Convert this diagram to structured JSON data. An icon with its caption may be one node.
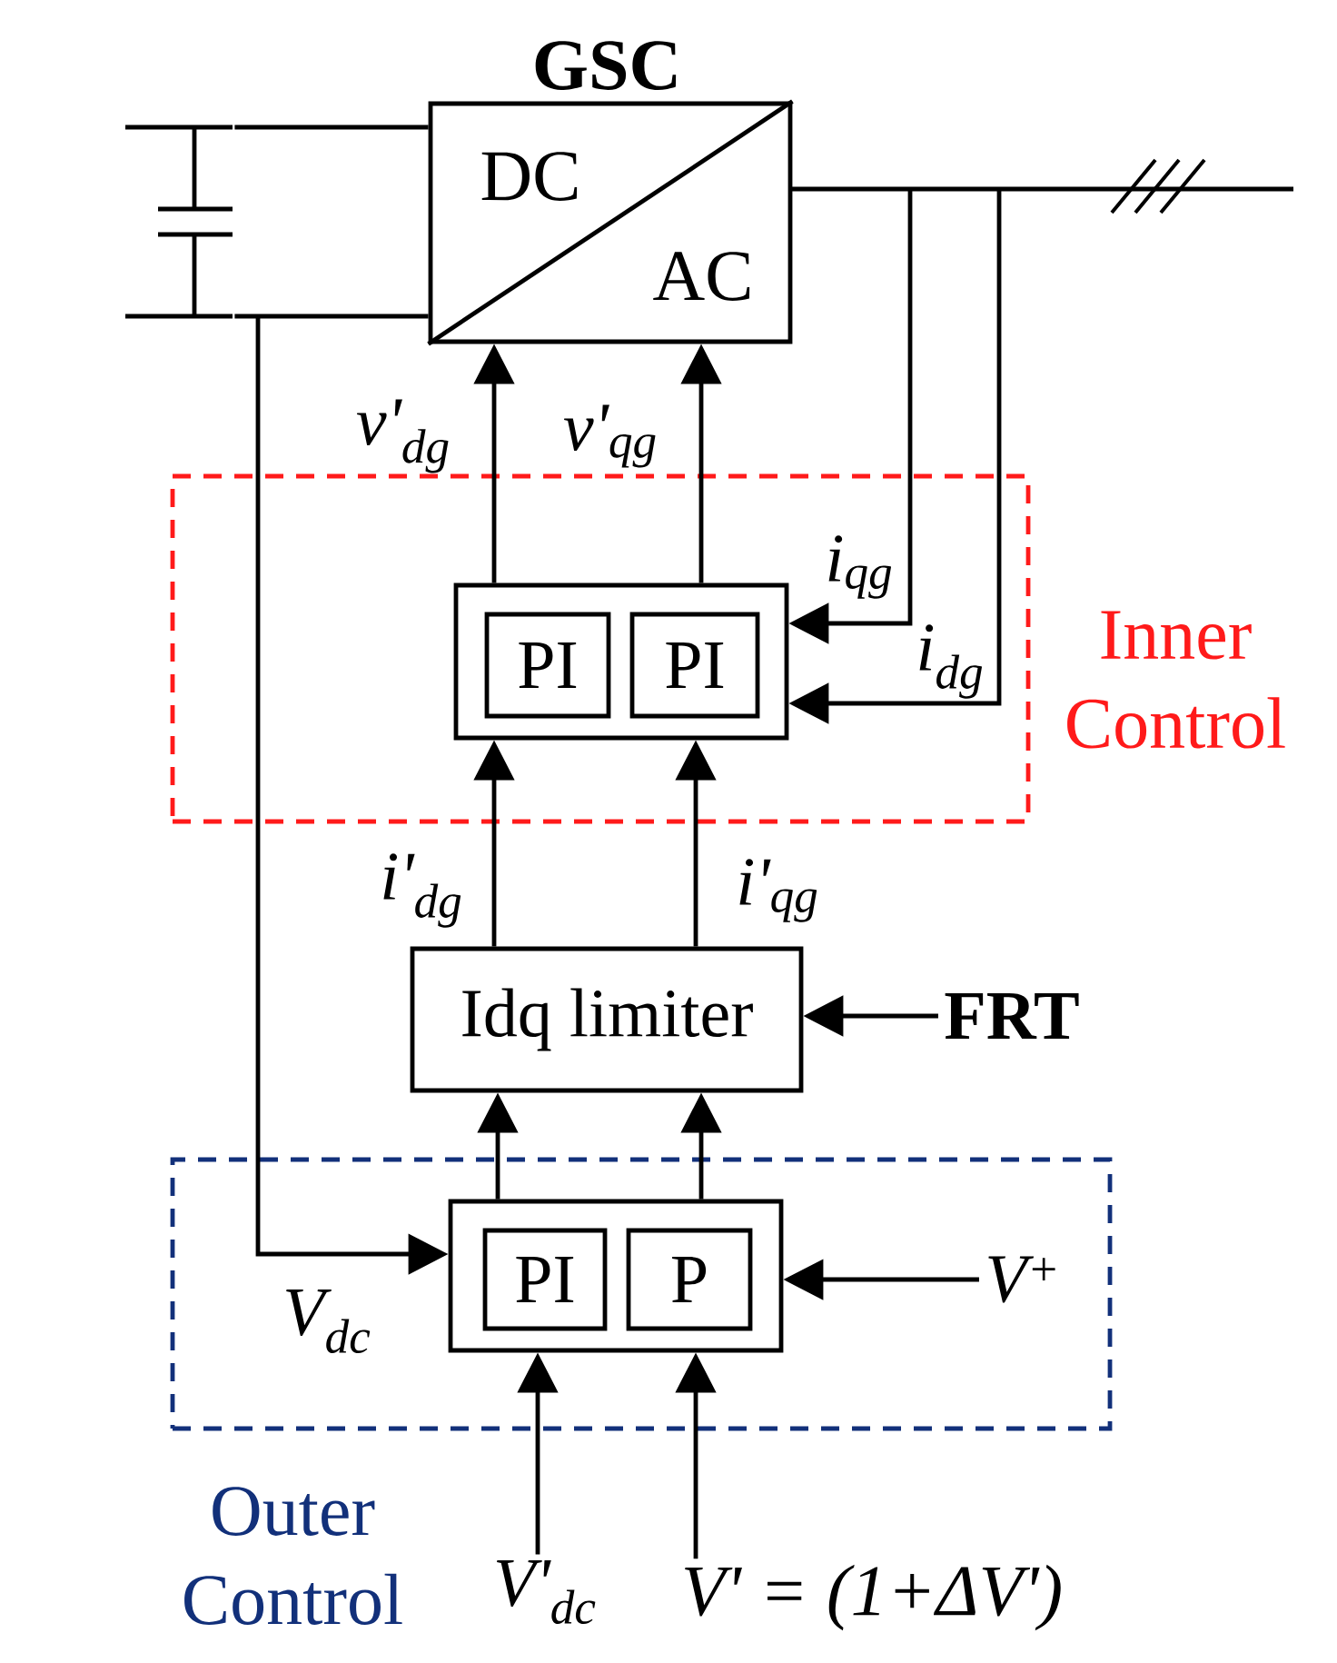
{
  "diagram": {
    "nodes": [
      {
        "text": [
          "GSC",
          "DC",
          "AC"
        ]
      },
      {
        "text": [
          "Inner Control"
        ]
      },
      {
        "text": [],
        "shape": "box",
        "in": 1
      },
      {
        "text": [
          "PI"
        ],
        "in": 2
      },
      {
        "text": [
          "PI"
        ],
        "in": 2
      },
      {
        "text": [
          "Idq limiter"
        ]
      },
      {
        "text": [
          "Outer Control"
        ]
      },
      {
        "text": [],
        "shape": "box",
        "in": 6
      },
      {
        "text": [
          "PI"
        ],
        "in": 7
      },
      {
        "text": [
          "P"
        ],
        "in": 7
      },
      {
        "text": [
          "FRT"
        ]
      },
      {
        "text": [
          "V$^{+}$"
        ],
        "in": 6
      },
      {
        "text": [
          "V'$_{dc}$"
        ]
      },
      {
        "text": [
          "V' = (1+ΔV')"
        ]
      },
      {
        "text": [],
        "shape": "capacitor"
      }
    ],
    "edges": [
      {
        "from": 2,
        "to": 0,
        "arrow": "to",
        "label": "v'$_{dg}$"
      },
      {
        "from": 2,
        "to": 0,
        "arrow": "to",
        "label": "v'$_{qg}$"
      },
      {
        "from": null,
        "to": 2,
        "arrow": "to",
        "label": "i$_{qg}$"
      },
      {
        "from": null,
        "to": 2,
        "arrow": "to",
        "label": "i$_{dg}$"
      },
      {
        "from": 5,
        "to": 2,
        "arrow": "to",
        "label": "i'$_{dg}$"
      },
      {
        "from": 5,
        "to": 2,
        "arrow": "to",
        "label": "i'$_{qg}$"
      },
      {
        "from": 10,
        "to": 5,
        "arrow": "to"
      },
      {
        "from": 7,
        "to": 5,
        "arrow": "to"
      },
      {
        "from": 7,
        "to": 5,
        "arrow": "to"
      },
      {
        "from": null,
        "to": 7,
        "arrow": "to",
        "label": "V$_{dc}$"
      },
      {
        "from": 11,
        "to": 7,
        "arrow": "to"
      },
      {
        "from": 12,
        "to": 7,
        "arrow": "to"
      },
      {
        "from": 13,
        "to": 7,
        "arrow": "to"
      },
      {
        "from": 14,
        "to": 0,
        "arrow": "none"
      },
      {
        "from": 14,
        "to": 0,
        "arrow": "none"
      }
    ]
  }
}
